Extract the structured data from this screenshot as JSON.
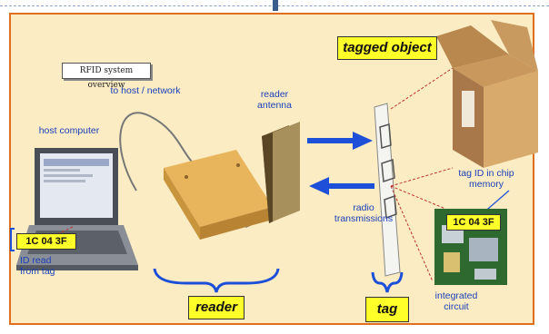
{
  "overview_label": "RFID system overview",
  "labels": {
    "to_host_network": "to host / network",
    "reader_antenna": "reader antenna",
    "host_computer": "host computer",
    "tagged_object": "tagged object",
    "tag_id_in_chip_memory": "tag ID in chip memory",
    "radio_transmissions": "radio transmissions",
    "id_read_from_tag": "ID read from tag",
    "reader": "reader",
    "tag": "tag",
    "integrated_circuit": "integrated circuit"
  },
  "tag_id": "1C 04 3F",
  "colors": {
    "frame_border": "#e07020",
    "background": "#fbecc4",
    "label_text": "#1a3fb8",
    "highlight": "#ffff2a",
    "arrow": "#1e4fd8",
    "brace": "#1e4fd8"
  }
}
